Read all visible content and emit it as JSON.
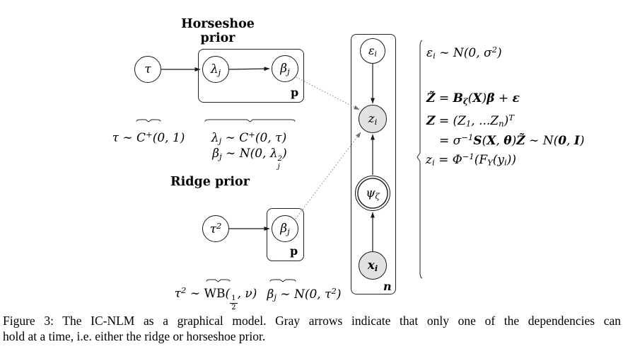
{
  "colors": {
    "node_fill_observed": "#e2e2e2",
    "node_fill_latent": "#ffffff",
    "line": "#1a1a1a",
    "gray_arrow": "#8a8a8a"
  },
  "horseshoe": {
    "title": "Horseshoe prior",
    "plate_label": "p",
    "nodes": {
      "tau": [
        {
          "t": "τ"
        }
      ],
      "lambda_j": [
        {
          "t": "λ"
        },
        {
          "t": "j",
          "m": "sub"
        }
      ],
      "beta_j": [
        {
          "t": "β"
        },
        {
          "t": "j",
          "m": "sub"
        }
      ]
    },
    "formulas": {
      "tau_prior": [
        {
          "t": "τ ∼ C"
        },
        {
          "t": "+",
          "m": "sup"
        },
        {
          "t": "(0, 1)"
        }
      ],
      "lambda_prior": [
        {
          "t": "λ"
        },
        {
          "t": "j",
          "m": "sub"
        },
        {
          "t": " ∼ C"
        },
        {
          "t": "+",
          "m": "sup"
        },
        {
          "t": "(0, τ)"
        }
      ],
      "beta_prior": [
        {
          "t": "β"
        },
        {
          "t": "j",
          "m": "sub"
        },
        {
          "t": " ∼ N(0, λ"
        },
        {
          "m": "ss",
          "sup": "2",
          "sub": "j"
        },
        {
          "t": ")"
        }
      ]
    }
  },
  "ridge": {
    "title": "Ridge prior",
    "plate_label": "p",
    "nodes": {
      "tau_sq": [
        {
          "t": "τ"
        },
        {
          "t": "2",
          "m": "sup"
        }
      ],
      "beta_j": [
        {
          "t": "β"
        },
        {
          "t": "j",
          "m": "sub"
        }
      ]
    },
    "formulas": {
      "tau_prior": [
        {
          "t": "τ"
        },
        {
          "t": "2",
          "m": "sup"
        },
        {
          "t": " ∼ "
        },
        {
          "t": "WB",
          "m": "r"
        },
        {
          "t": "("
        },
        {
          "m": "frac",
          "num": "1",
          "den": "2"
        },
        {
          "t": ", ν)"
        }
      ],
      "beta_prior": [
        {
          "t": "β"
        },
        {
          "t": "j",
          "m": "sub"
        },
        {
          "t": " ∼ N(0, τ"
        },
        {
          "t": "2",
          "m": "sup"
        },
        {
          "t": ")"
        }
      ]
    }
  },
  "observation": {
    "plate_label": "n",
    "nodes": {
      "eps_i": [
        {
          "t": "ε"
        },
        {
          "t": "i",
          "m": "sub"
        }
      ],
      "z_i": [
        {
          "t": "z"
        },
        {
          "t": "i",
          "m": "sub"
        }
      ],
      "psi_zeta": [
        {
          "t": "ψ"
        },
        {
          "t": "ζ",
          "m": "sub"
        }
      ],
      "x_i": [
        {
          "t": "x",
          "m": "b"
        },
        {
          "t": "i",
          "m": "bsub"
        }
      ]
    }
  },
  "equations": {
    "eps": [
      {
        "t": "ε"
      },
      {
        "t": "i",
        "m": "sub"
      },
      {
        "t": " ∼ N(0, σ"
      },
      {
        "t": "2",
        "m": "sup"
      },
      {
        "t": ")"
      }
    ],
    "l1": [
      {
        "t": "Z̃",
        "m": "b"
      },
      {
        "t": " = "
      },
      {
        "t": "B",
        "m": "b"
      },
      {
        "t": "ζ",
        "m": "bsub"
      },
      {
        "t": "("
      },
      {
        "t": "X",
        "m": "b"
      },
      {
        "t": ")"
      },
      {
        "t": "β",
        "m": "b"
      },
      {
        "t": " + "
      },
      {
        "t": "ε",
        "m": "b"
      }
    ],
    "l2": [
      {
        "t": "Z",
        "m": "b"
      },
      {
        "t": " = (Z"
      },
      {
        "t": "1",
        "m": "sub"
      },
      {
        "t": ", ...Z"
      },
      {
        "t": "n",
        "m": "sub"
      },
      {
        "t": ")"
      },
      {
        "t": "T",
        "m": "sup"
      }
    ],
    "l3": [
      {
        "t": "= σ"
      },
      {
        "t": "−1",
        "m": "sup"
      },
      {
        "t": "S",
        "m": "b"
      },
      {
        "t": "("
      },
      {
        "t": "X",
        "m": "b"
      },
      {
        "t": ", "
      },
      {
        "t": "θ",
        "m": "b"
      },
      {
        "t": ")"
      },
      {
        "t": "Z̃",
        "m": "b"
      },
      {
        "t": " ∼ N("
      },
      {
        "t": "0",
        "m": "b"
      },
      {
        "t": ", "
      },
      {
        "t": "I",
        "m": "b"
      },
      {
        "t": ")"
      }
    ],
    "l4": [
      {
        "t": "z"
      },
      {
        "t": "i",
        "m": "sub"
      },
      {
        "t": " = Φ"
      },
      {
        "t": "−1",
        "m": "sup"
      },
      {
        "t": "(F"
      },
      {
        "t": "Y",
        "m": "sub"
      },
      {
        "t": "(y"
      },
      {
        "t": "i",
        "m": "sub"
      },
      {
        "t": "))"
      }
    ]
  },
  "caption": {
    "line1": "Figure 3: The IC-NLM as a graphical model.  Gray arrows indicate that only one of the dependencies can",
    "line2": "hold at a time, i.e. either the ridge or horseshoe prior."
  }
}
